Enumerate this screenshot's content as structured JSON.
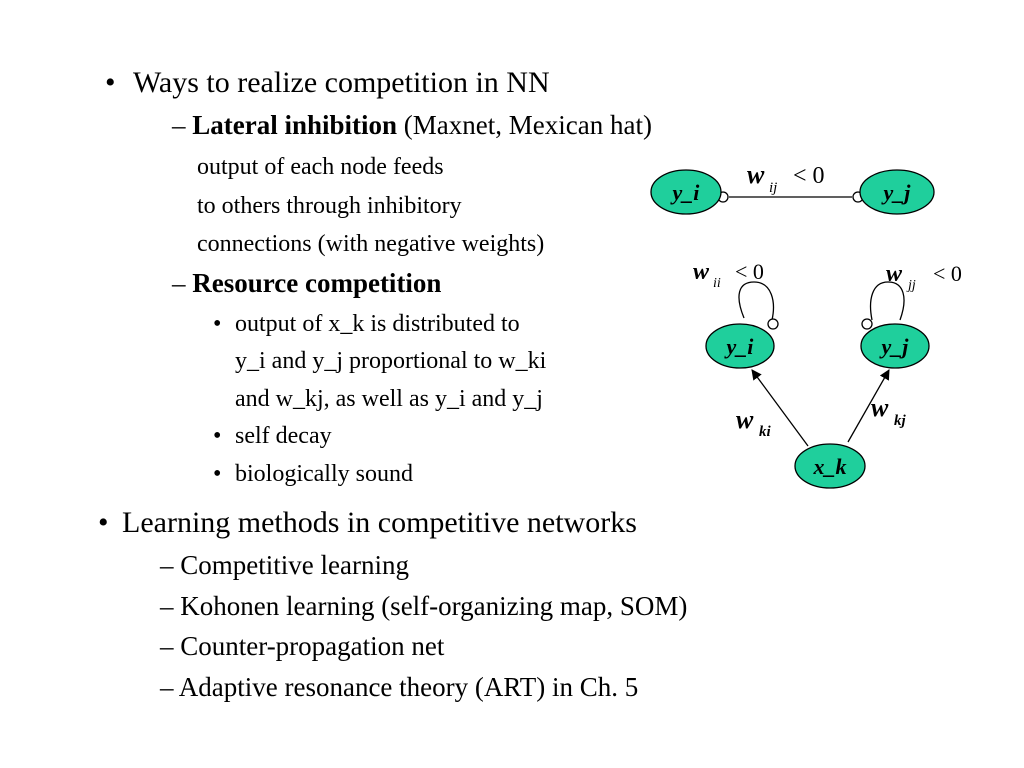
{
  "section1": {
    "bullet": "•",
    "title": "Ways to realize competition in NN",
    "lateral": {
      "dash": "–",
      "bold": "Lateral inhibition",
      "rest": "(Maxnet, Mexican hat)",
      "desc": [
        "output of each node feeds",
        "to others through inhibitory",
        "connections (with negative weights)"
      ]
    },
    "resource": {
      "dash": "–",
      "bold": "Resource competition",
      "bullet": "•",
      "items": [
        [
          "output of x_k is distributed to",
          "y_i and y_j proportional to w_ki",
          "and w_kj, as well as y_i and y_j"
        ],
        [
          "self decay"
        ],
        [
          "biologically sound"
        ]
      ]
    }
  },
  "section2": {
    "bullet": "•",
    "title": "Learning methods in competitive networks",
    "items": [
      "– Competitive learning",
      "– Kohonen learning (self-organizing map, SOM)",
      "– Counter-propagation net",
      "– Adaptive resonance theory (ART) in Ch. 5"
    ]
  },
  "diagram": {
    "node_fill": "#1fcf9c",
    "nodes": {
      "top_yi": "y_i",
      "top_yj": "y_j",
      "mid_yi": "y_i",
      "mid_yj": "y_j",
      "xk": "x_k"
    },
    "labels": {
      "wij": {
        "w": "w",
        "sub": "ij",
        "rel": "< 0"
      },
      "wii": {
        "w": "w",
        "sub": "ii",
        "rel": "< 0"
      },
      "wjj": {
        "w": "w",
        "sub": "jj",
        "rel": "< 0"
      },
      "wki": {
        "w": "w",
        "sub": "ki"
      },
      "wkj": {
        "w": "w",
        "sub": "kj"
      }
    }
  }
}
